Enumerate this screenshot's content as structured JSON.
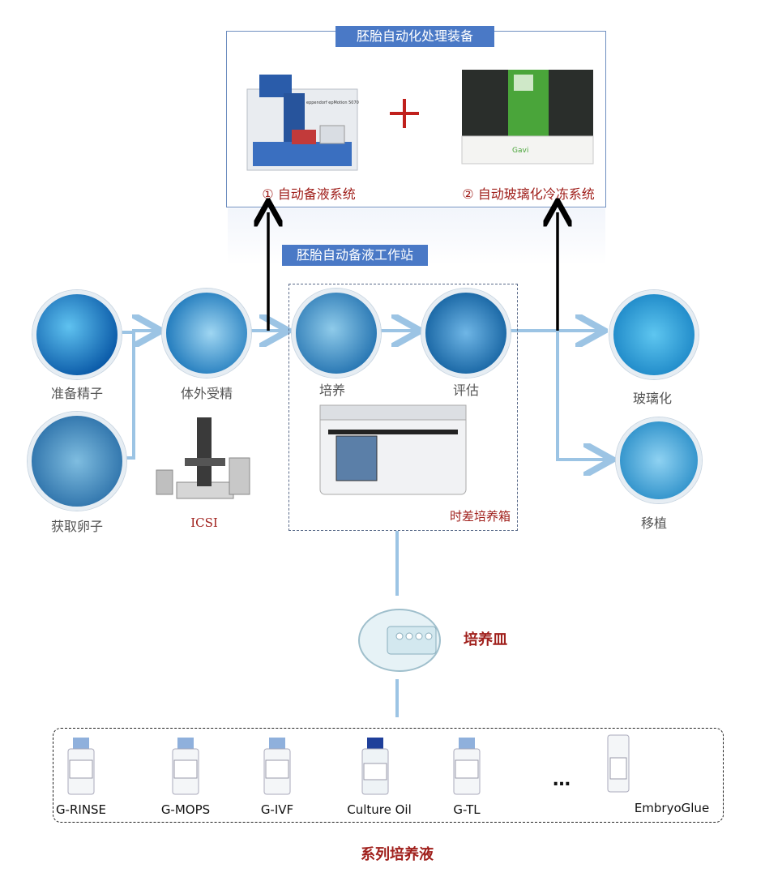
{
  "top_box": {
    "title": "胚胎自动化处理装备",
    "plus": "+",
    "device1_label": "① 自动备液系统",
    "device2_label": "② 自动玻璃化冷冻系统",
    "device1_screen_text": "eppendorf epMotion 5070",
    "device2_brand": "Gavi"
  },
  "workstation_label": "胚胎自动备液工作站",
  "steps": {
    "sperm": "准备精子",
    "egg": "获取卵子",
    "ivf": "体外受精",
    "icsi": "ICSI",
    "culture": "培养",
    "assess": "评估",
    "incubator": "时差培养箱",
    "vitrify": "玻璃化",
    "transfer": "移植"
  },
  "dish_label": "培养皿",
  "media": {
    "items": [
      "G-RINSE",
      "G-MOPS",
      "G-IVF",
      "Culture Oil",
      "G-TL"
    ],
    "ellipsis": "…",
    "last_item": "EmbryoGlue",
    "caption": "系列培养液"
  },
  "colors": {
    "accent_red": "#a0201c",
    "banner_blue": "#4a79c6",
    "flow_line": "#9cc4e4"
  }
}
